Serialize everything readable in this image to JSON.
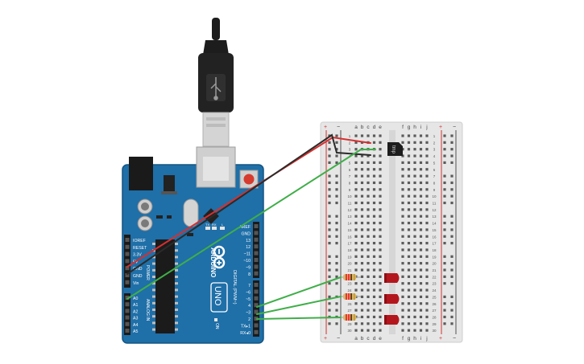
{
  "colors": {
    "board": "#1f6fa8",
    "board_dark": "#145582",
    "breadboard": "#e6e6e6",
    "wire_red": "#d62f2f",
    "wire_black": "#2b2b2b",
    "wire_green": "#3fae49",
    "led": "#b3171d",
    "resistor": "#d8b46a"
  },
  "arduino": {
    "brand": "ARDUINO",
    "model": "UNO",
    "on_label": "ON",
    "tx_label": "TX",
    "rx_label": "RX",
    "l_label": "L",
    "power_label": "POWER",
    "analog_label": "ANALOG IN",
    "digital_label": "DIGITAL (PWM~)",
    "power_pins": [
      "IOREF",
      "RESET",
      "3.3V",
      "5V",
      "GND",
      "GND",
      "Vin"
    ],
    "analog_pins": [
      "A0",
      "A1",
      "A2",
      "A3",
      "A4",
      "A5"
    ],
    "digital_top": [
      "AREF",
      "GND",
      "13",
      "12",
      "~11",
      "~10",
      "~9",
      "8"
    ],
    "digital_bottom": [
      "7",
      "~6",
      "~5",
      "4",
      "~3",
      "2",
      "TX▸1",
      "RX◂0"
    ]
  },
  "breadboard": {
    "cols_left": [
      "a",
      "b",
      "c",
      "d",
      "e"
    ],
    "cols_right": [
      "f",
      "g",
      "h",
      "i",
      "j"
    ],
    "rail_plus": "+",
    "rail_minus": "−",
    "row_count": 30,
    "sensor_label": "tmp"
  }
}
